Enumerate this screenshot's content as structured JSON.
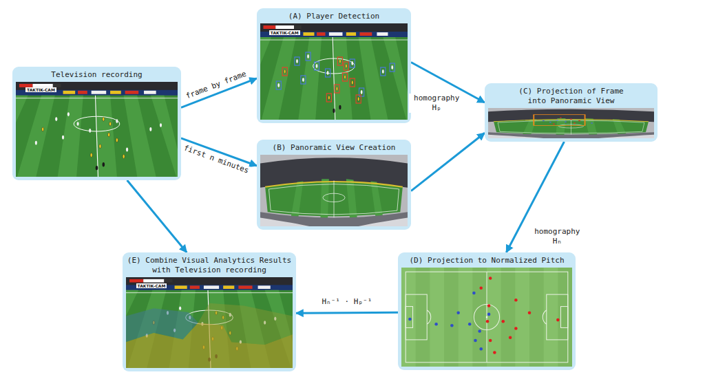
{
  "diagram": {
    "nodes": [
      {
        "text": [
          "Television recording"
        ]
      },
      {
        "text": [
          "(A) Player Detection"
        ]
      },
      {
        "text": [
          "(B) Panoramic View Creation"
        ]
      },
      {
        "text": [
          "(C) Projection of Frame into Panoramic View"
        ]
      },
      {
        "text": [
          "(D) Projection to Normalized Pitch"
        ]
      },
      {
        "text": [
          "(E) Combine Visual Analytics Results with Television recording"
        ]
      }
    ],
    "edges": [
      {
        "from": 0,
        "to": 1,
        "label": "frame by frame",
        "arrow": "to"
      },
      {
        "from": 0,
        "to": 2,
        "label": "first n minutes",
        "arrow": "to"
      },
      {
        "from": 0,
        "to": 5,
        "arrow": "to"
      },
      {
        "from": 1,
        "to": 3,
        "label": "homography Hₚ",
        "arrow": "to"
      },
      {
        "from": 2,
        "to": 3,
        "arrow": "to"
      },
      {
        "from": 3,
        "to": 4,
        "label": "homography Hₙ",
        "arrow": "to"
      },
      {
        "from": 4,
        "to": 5,
        "label": "Hₙ⁻¹ · Hₚ⁻¹",
        "arrow": "to"
      }
    ],
    "labels": [
      "TAKTIK-CAM",
      "TAKTIK-CAM",
      "TAKTIK-CAM"
    ]
  }
}
